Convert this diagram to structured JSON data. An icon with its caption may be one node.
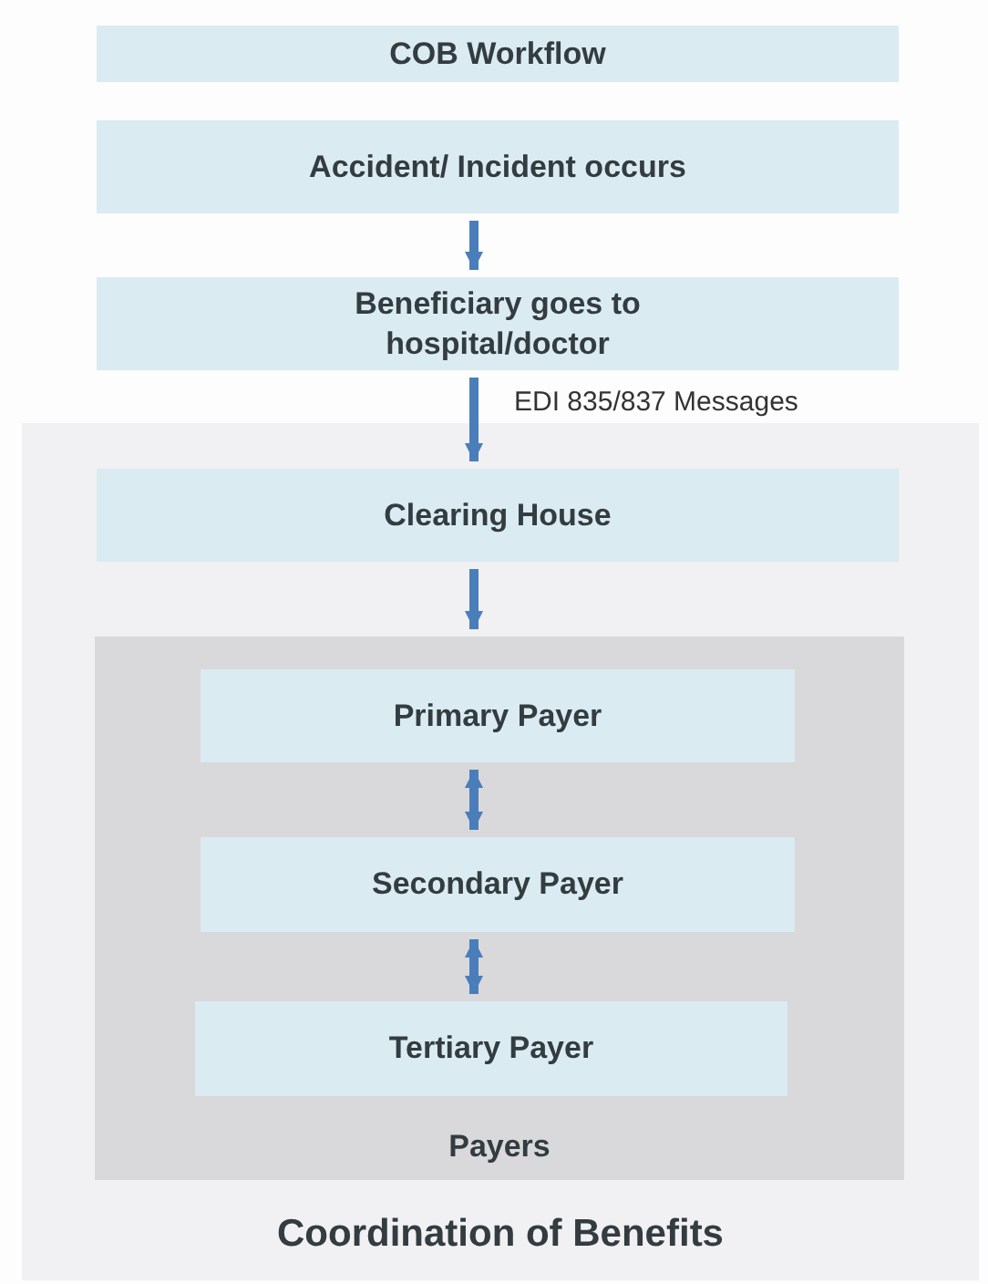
{
  "diagram": {
    "nodes": [
      {
        "text": [
          "COB Workflow"
        ]
      },
      {
        "text": [
          "Accident/ Incident occurs"
        ]
      },
      {
        "text": [
          "Beneficiary goes to hospital/doctor"
        ]
      },
      {
        "text": [
          "Coordination of Benefits"
        ]
      },
      {
        "text": [
          "Clearing House"
        ],
        "in": 3
      },
      {
        "text": [
          "Payers"
        ],
        "in": 3
      },
      {
        "text": [
          "Primary Payer"
        ],
        "in": 5
      },
      {
        "text": [
          "Secondary Payer"
        ],
        "in": 5
      },
      {
        "text": [
          "Tertiary Payer"
        ],
        "in": 5
      }
    ],
    "edges": [
      {
        "from": 1,
        "to": 2,
        "arrow": "to"
      },
      {
        "from": 2,
        "to": 4,
        "arrow": "to",
        "label": "EDI 835/837 Messages"
      },
      {
        "from": 4,
        "to": 5,
        "arrow": "to"
      },
      {
        "from": 6,
        "to": 7,
        "arrow": "both"
      },
      {
        "from": 7,
        "to": 8,
        "arrow": "both"
      }
    ]
  }
}
